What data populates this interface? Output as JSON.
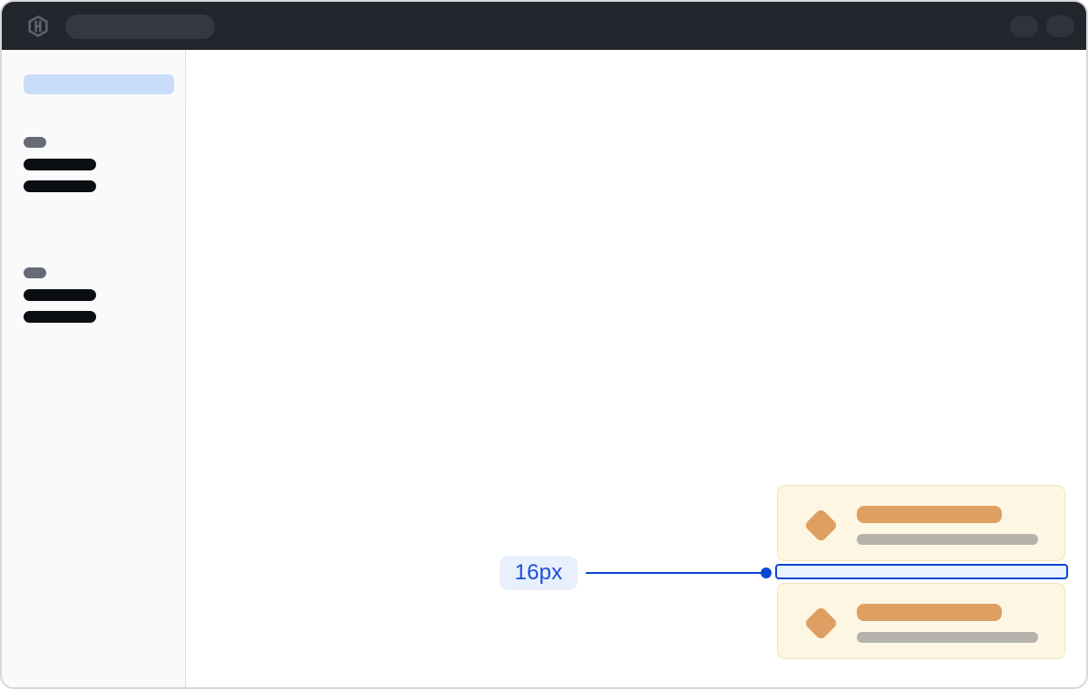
{
  "window": {
    "background": "#ffffff",
    "border_color": "#d7d7dc"
  },
  "topbar": {
    "background": "#22252c",
    "logo_icon": "hashicorp-logo-icon",
    "logo_color": "#5c636d",
    "search_skeleton_color": "#34383f",
    "action_skeleton_color": "#2f333b"
  },
  "sidebar": {
    "background": "#fafafa",
    "active_item_skeleton_color": "#c9ddfb",
    "group_label_skeleton_color": "#666b77",
    "item_skeleton_color": "#0b0e13",
    "groups": [
      {
        "items_count": 2
      },
      {
        "items_count": 2
      }
    ]
  },
  "toast_stack": {
    "count": 2,
    "card_background": "#fdf6e3",
    "card_border_color": "#f6e2ba",
    "icon": "diamond-icon",
    "icon_color": "#dd9f62",
    "title_skeleton_color": "#dd9f62",
    "text_skeleton_color": "#b5b3ac"
  },
  "measurement": {
    "label": "16px",
    "accent_color": "#0c45d2",
    "label_background": "#e8f0fd",
    "label_text_color": "#1b4ed8",
    "gap_fill_color": "#eaf2fd"
  }
}
